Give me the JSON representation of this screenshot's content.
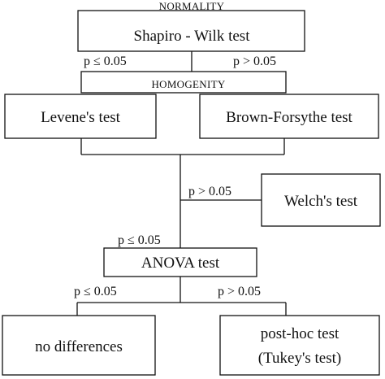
{
  "diagram": {
    "headers": {
      "normality": "NORMALITY",
      "homogenity": "HOMOGENITY"
    },
    "boxes": {
      "shapiro": "Shapiro - Wilk test",
      "levene": "Levene's test",
      "brown_forsythe": "Brown-Forsythe test",
      "welch": "Welch's test",
      "anova": "ANOVA test",
      "no_diff": "no differences",
      "posthoc_line1": "post-hoc test",
      "posthoc_line2": "(Tukey's test)"
    },
    "edge_labels": {
      "shapiro_left": "p ≤ 0.05",
      "shapiro_right": "p > 0.05",
      "to_welch": "p > 0.05",
      "to_anova": "p ≤ 0.05",
      "anova_left": "p ≤ 0.05",
      "anova_right": "p > 0.05"
    }
  }
}
